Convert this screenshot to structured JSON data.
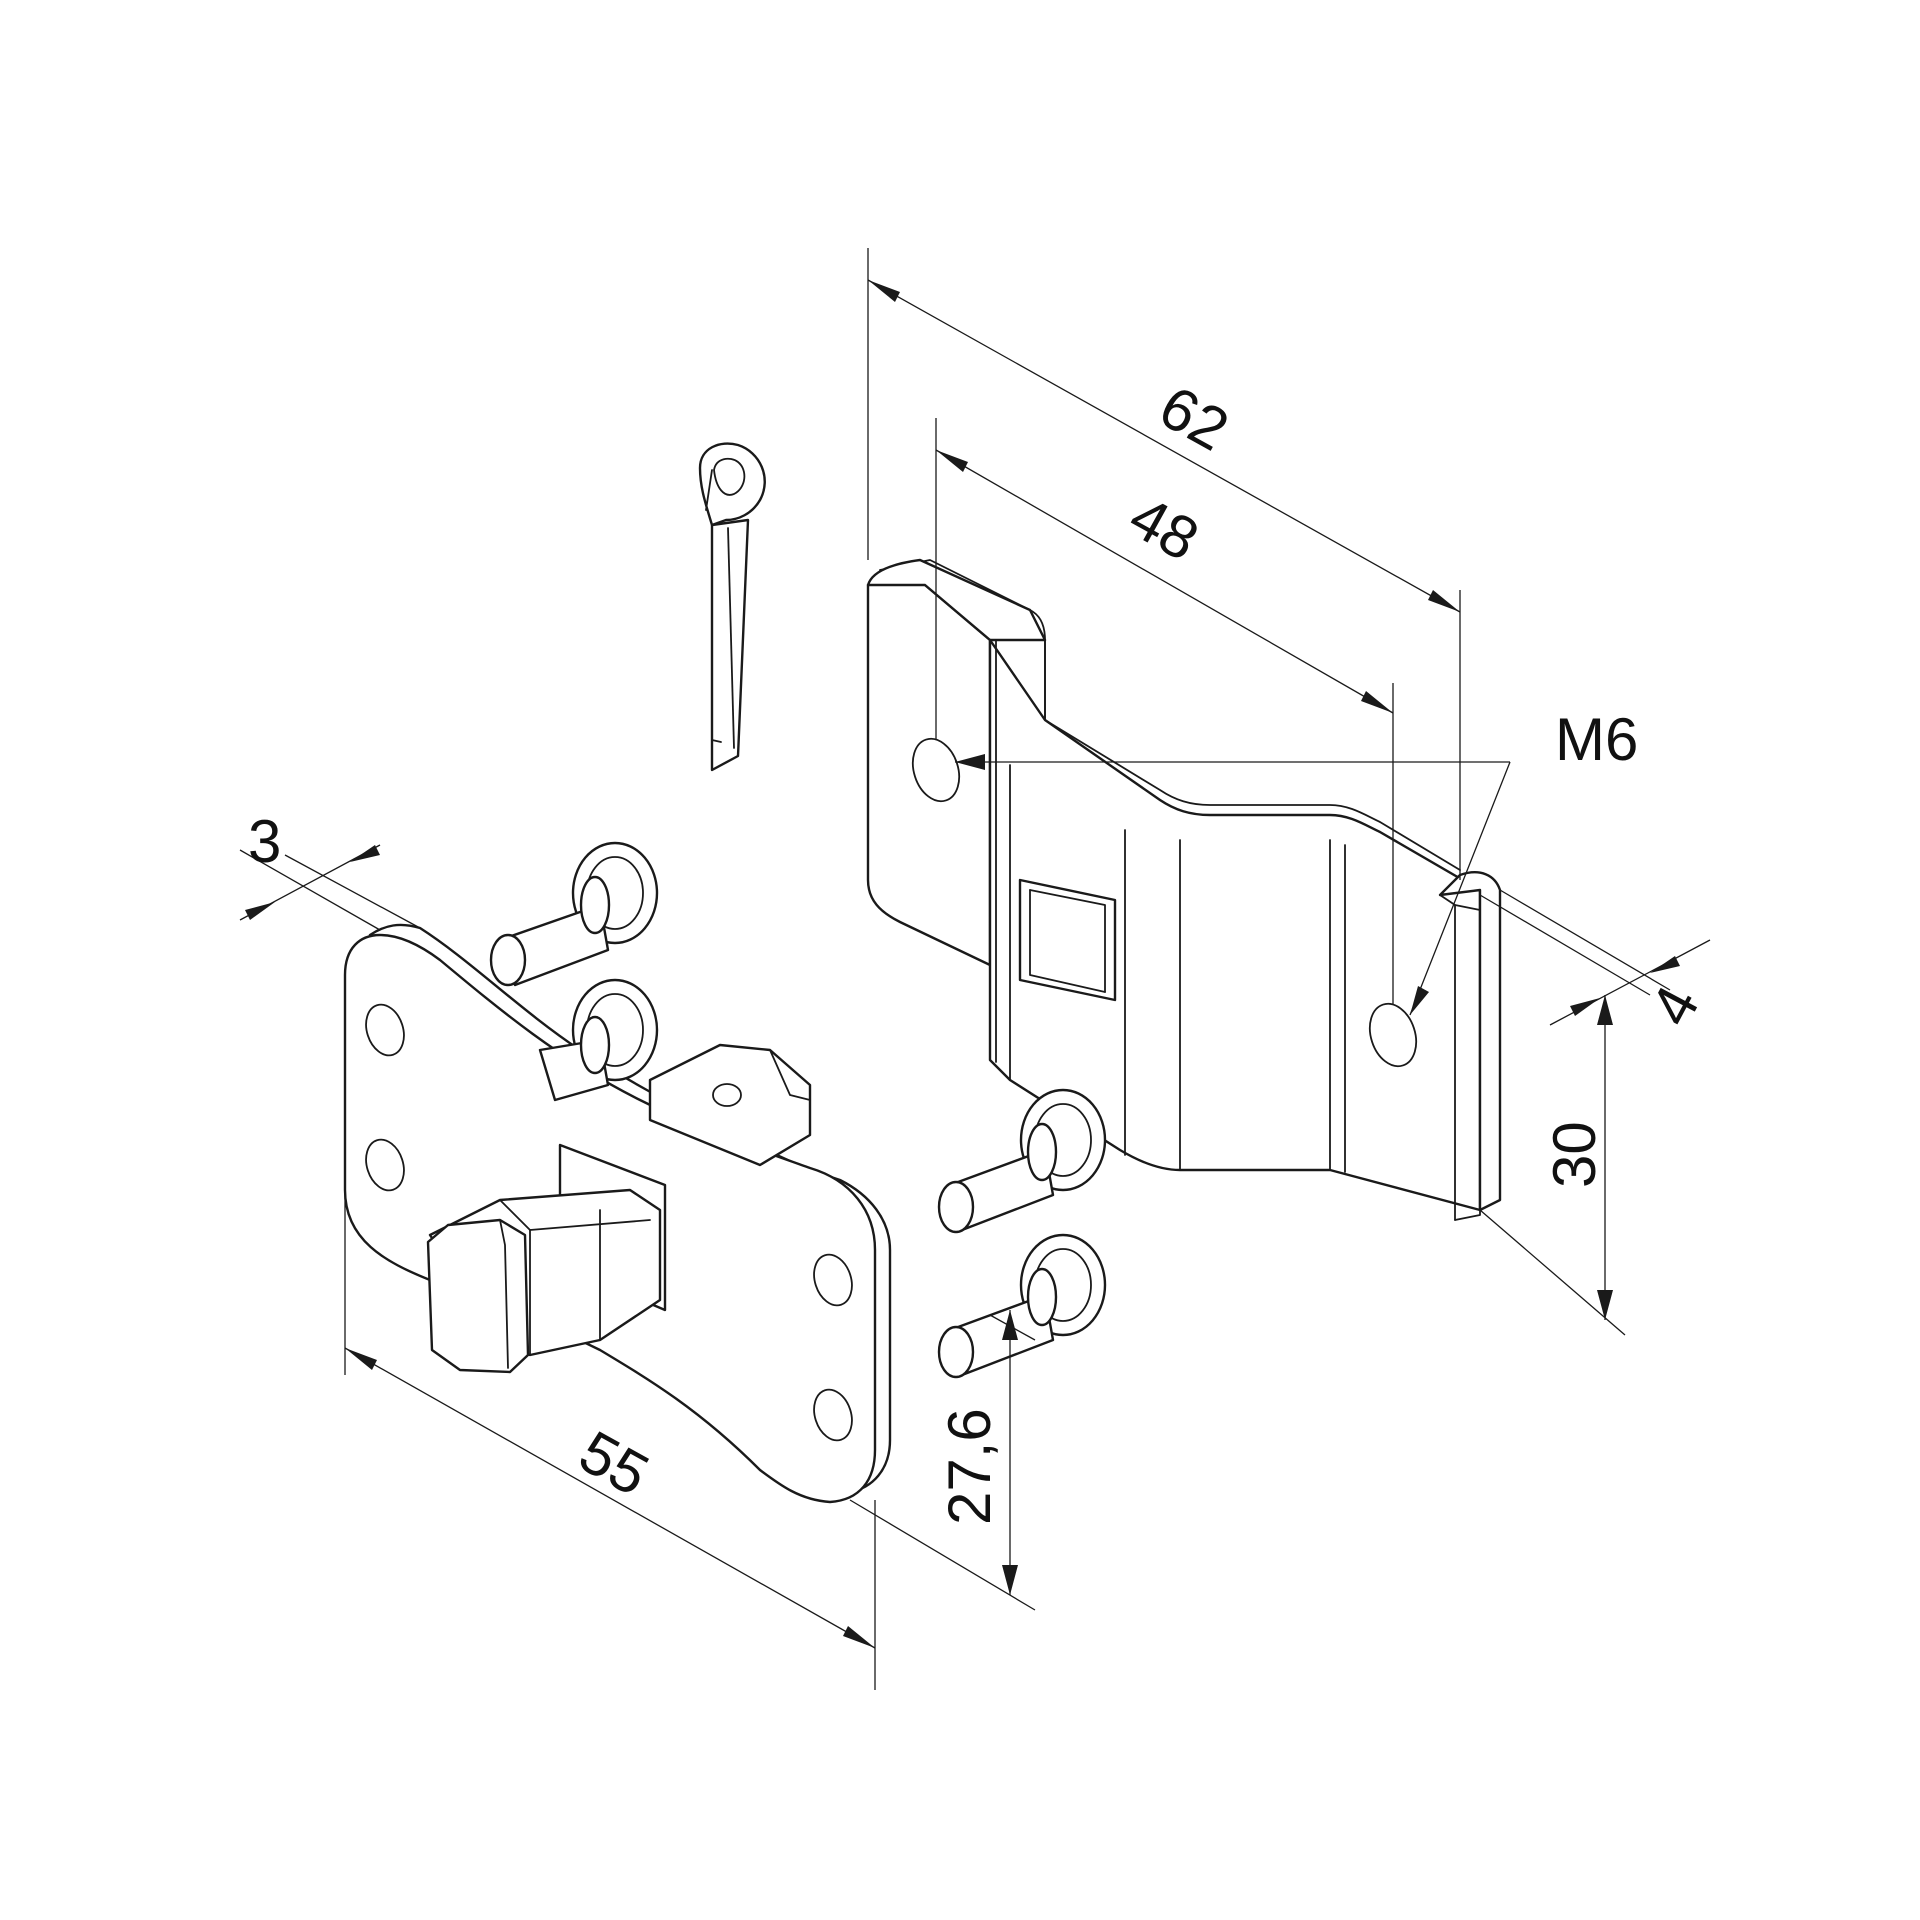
{
  "drawing": {
    "colors": {
      "ink": "#1a1a1a",
      "background": "#ffffff"
    },
    "dimensions": {
      "overall_length_bracket": "62",
      "hole_spacing_bracket": "48",
      "thread_label": "M6",
      "bracket_thickness": "4",
      "bracket_height": "30",
      "plate_thickness": "3",
      "plate_length": "55",
      "plate_height": "27,6"
    },
    "parts": [
      "split-pin",
      "wall-bracket",
      "hinge-plate",
      "bolt-pin"
    ]
  }
}
